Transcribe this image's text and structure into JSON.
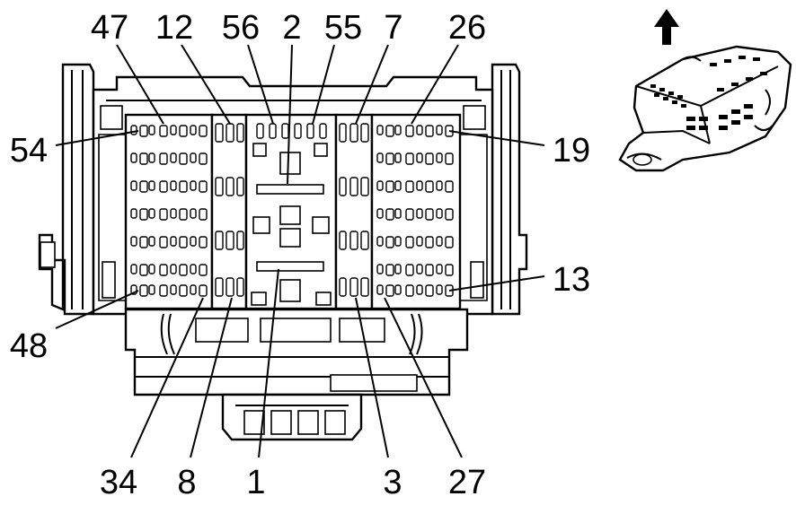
{
  "diagram": {
    "pin_labels": {
      "top": [
        "47",
        "12",
        "56",
        "2",
        "55",
        "7",
        "26"
      ],
      "left": [
        "54",
        "48"
      ],
      "right": [
        "19",
        "13"
      ],
      "bottom": [
        "34",
        "8",
        "1",
        "3",
        "27"
      ]
    },
    "callouts": [
      {
        "id": "47",
        "text": "47"
      },
      {
        "id": "12",
        "text": "12"
      },
      {
        "id": "56",
        "text": "56"
      },
      {
        "id": "2",
        "text": "2"
      },
      {
        "id": "55",
        "text": "55"
      },
      {
        "id": "7",
        "text": "7"
      },
      {
        "id": "26",
        "text": "26"
      },
      {
        "id": "54",
        "text": "54"
      },
      {
        "id": "19",
        "text": "19"
      },
      {
        "id": "48",
        "text": "48"
      },
      {
        "id": "13",
        "text": "13"
      },
      {
        "id": "34",
        "text": "34"
      },
      {
        "id": "8",
        "text": "8"
      },
      {
        "id": "1",
        "text": "1"
      },
      {
        "id": "3",
        "text": "3"
      },
      {
        "id": "27",
        "text": "27"
      }
    ],
    "icons": {
      "orientation": "up-arrow-icon",
      "locator": "connector-locator-icon"
    }
  }
}
